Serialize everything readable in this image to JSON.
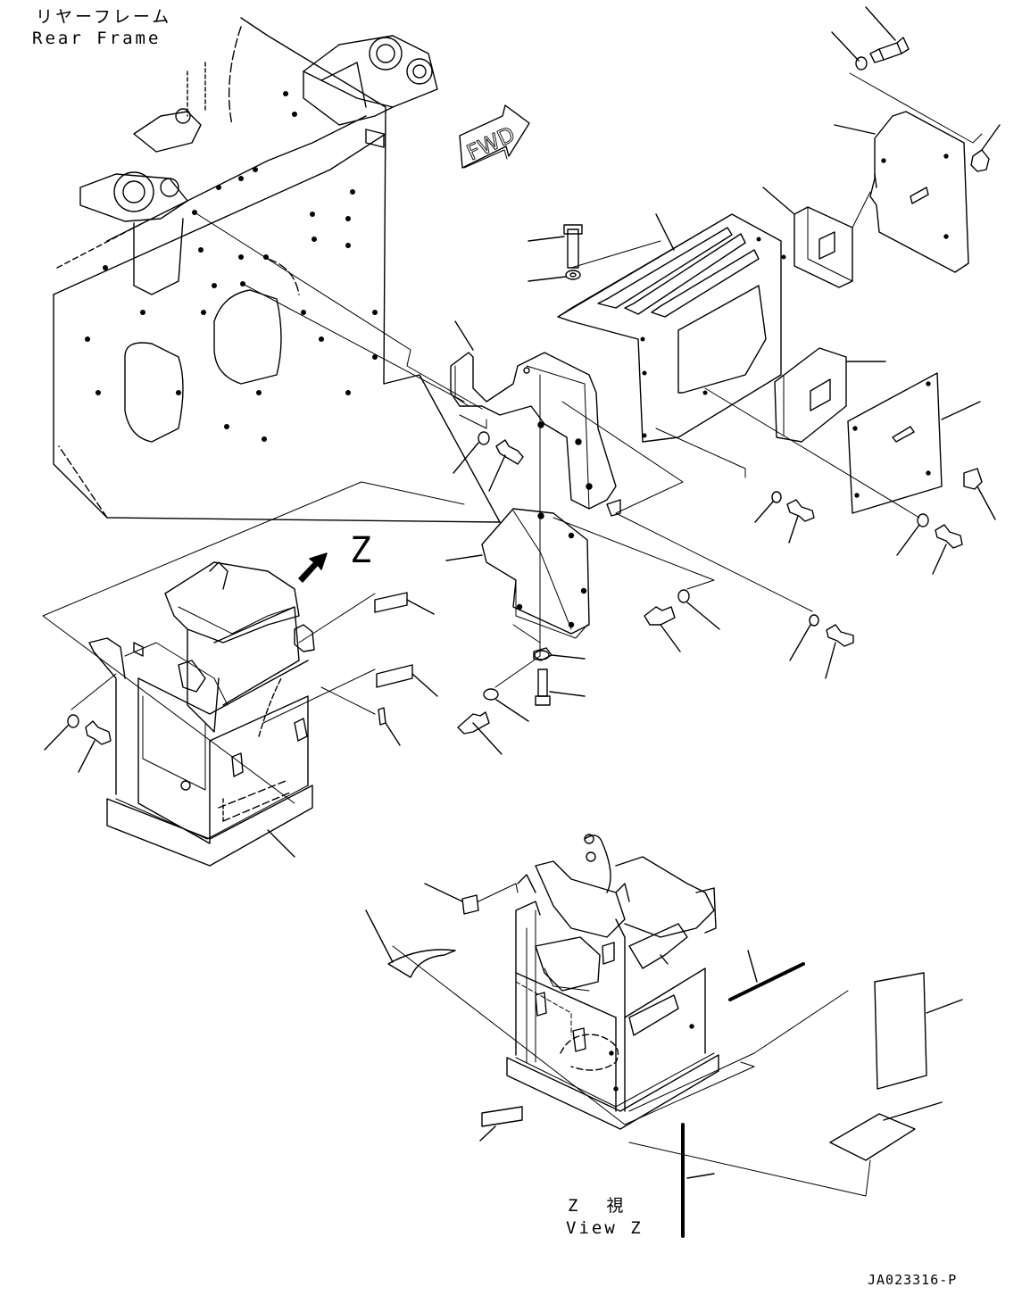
{
  "labels": {
    "rear_frame_jp": "リヤーフレーム",
    "rear_frame_en": "Rear Frame",
    "fwd": "FWD",
    "z_marker": "Z",
    "view_z_jp": "Z  視",
    "view_z_en": "View Z",
    "drawing_code": "JA023316-P"
  }
}
